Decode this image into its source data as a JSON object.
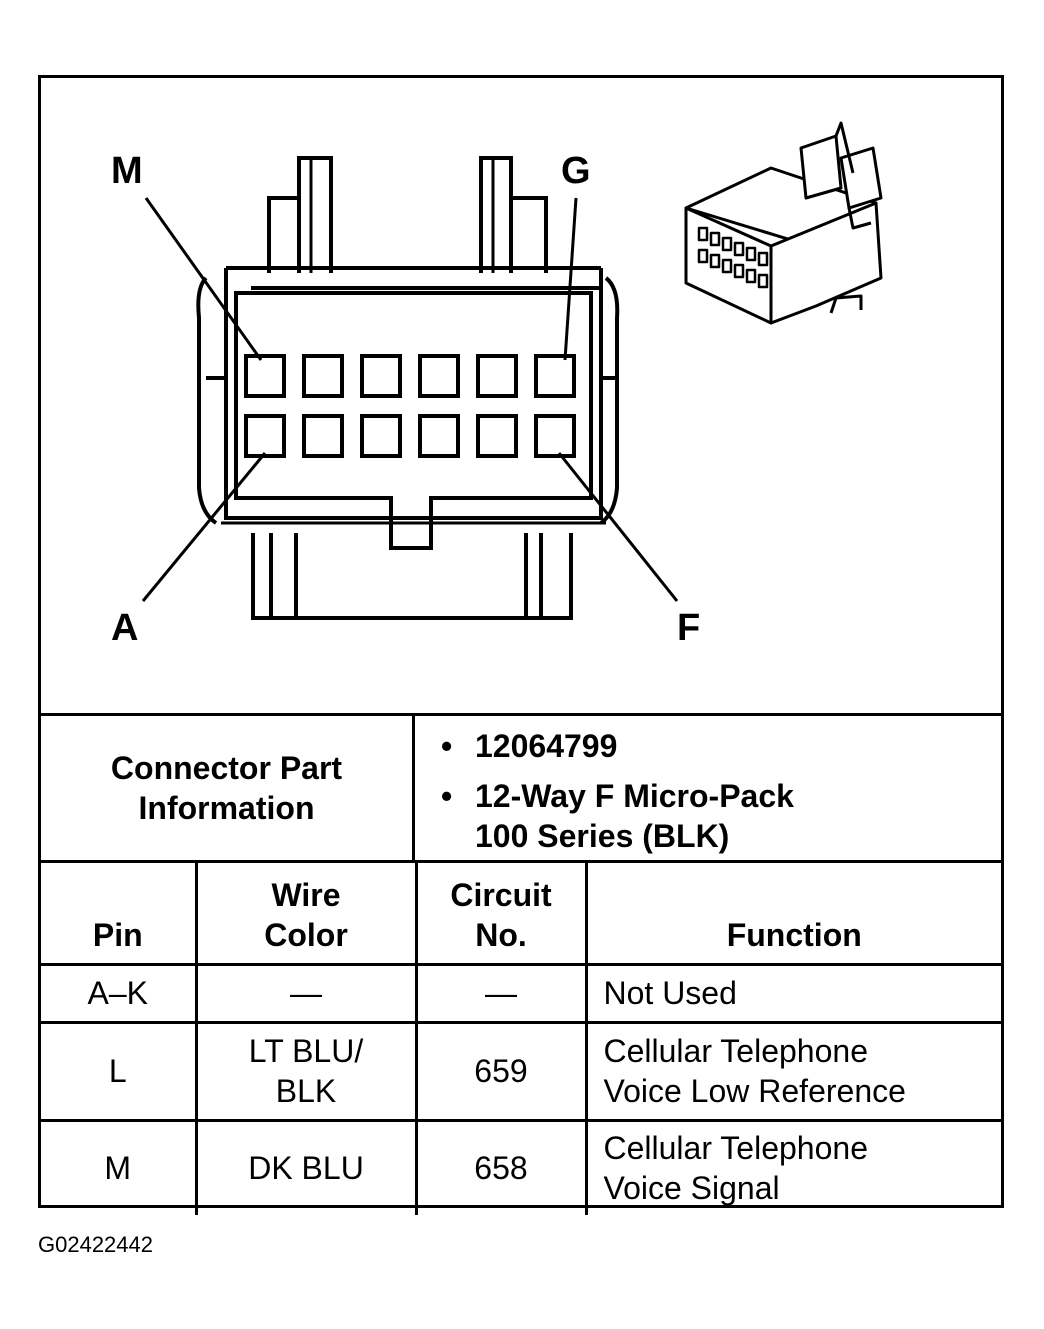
{
  "diagram": {
    "callouts": {
      "top_left": "M",
      "top_right": "G",
      "bottom_left": "A",
      "bottom_right": "F"
    },
    "icons": [
      "connector-face-view-icon",
      "connector-isometric-icon"
    ]
  },
  "part_info": {
    "label_line1": "Connector Part",
    "label_line2": "Information",
    "part_number": "12064799",
    "description_line1": "12-Way F Micro-Pack",
    "description_line2": "100 Series (BLK)",
    "bullet": "•"
  },
  "table": {
    "headers": {
      "pin": "Pin",
      "wire_color_line1": "Wire",
      "wire_color_line2": "Color",
      "circuit_line1": "Circuit",
      "circuit_line2": "No.",
      "function": "Function"
    },
    "rows": [
      {
        "pin": "A–K",
        "wire_color_line1": "—",
        "wire_color_line2": "",
        "circuit": "—",
        "function_line1": "Not Used",
        "function_line2": ""
      },
      {
        "pin": "L",
        "wire_color_line1": "LT BLU/",
        "wire_color_line2": "BLK",
        "circuit": "659",
        "function_line1": "Cellular Telephone",
        "function_line2": "Voice Low Reference"
      },
      {
        "pin": "M",
        "wire_color_line1": "DK BLU",
        "wire_color_line2": "",
        "circuit": "658",
        "function_line1": "Cellular Telephone",
        "function_line2": "Voice Signal"
      }
    ]
  },
  "figure_id": "G02422442"
}
